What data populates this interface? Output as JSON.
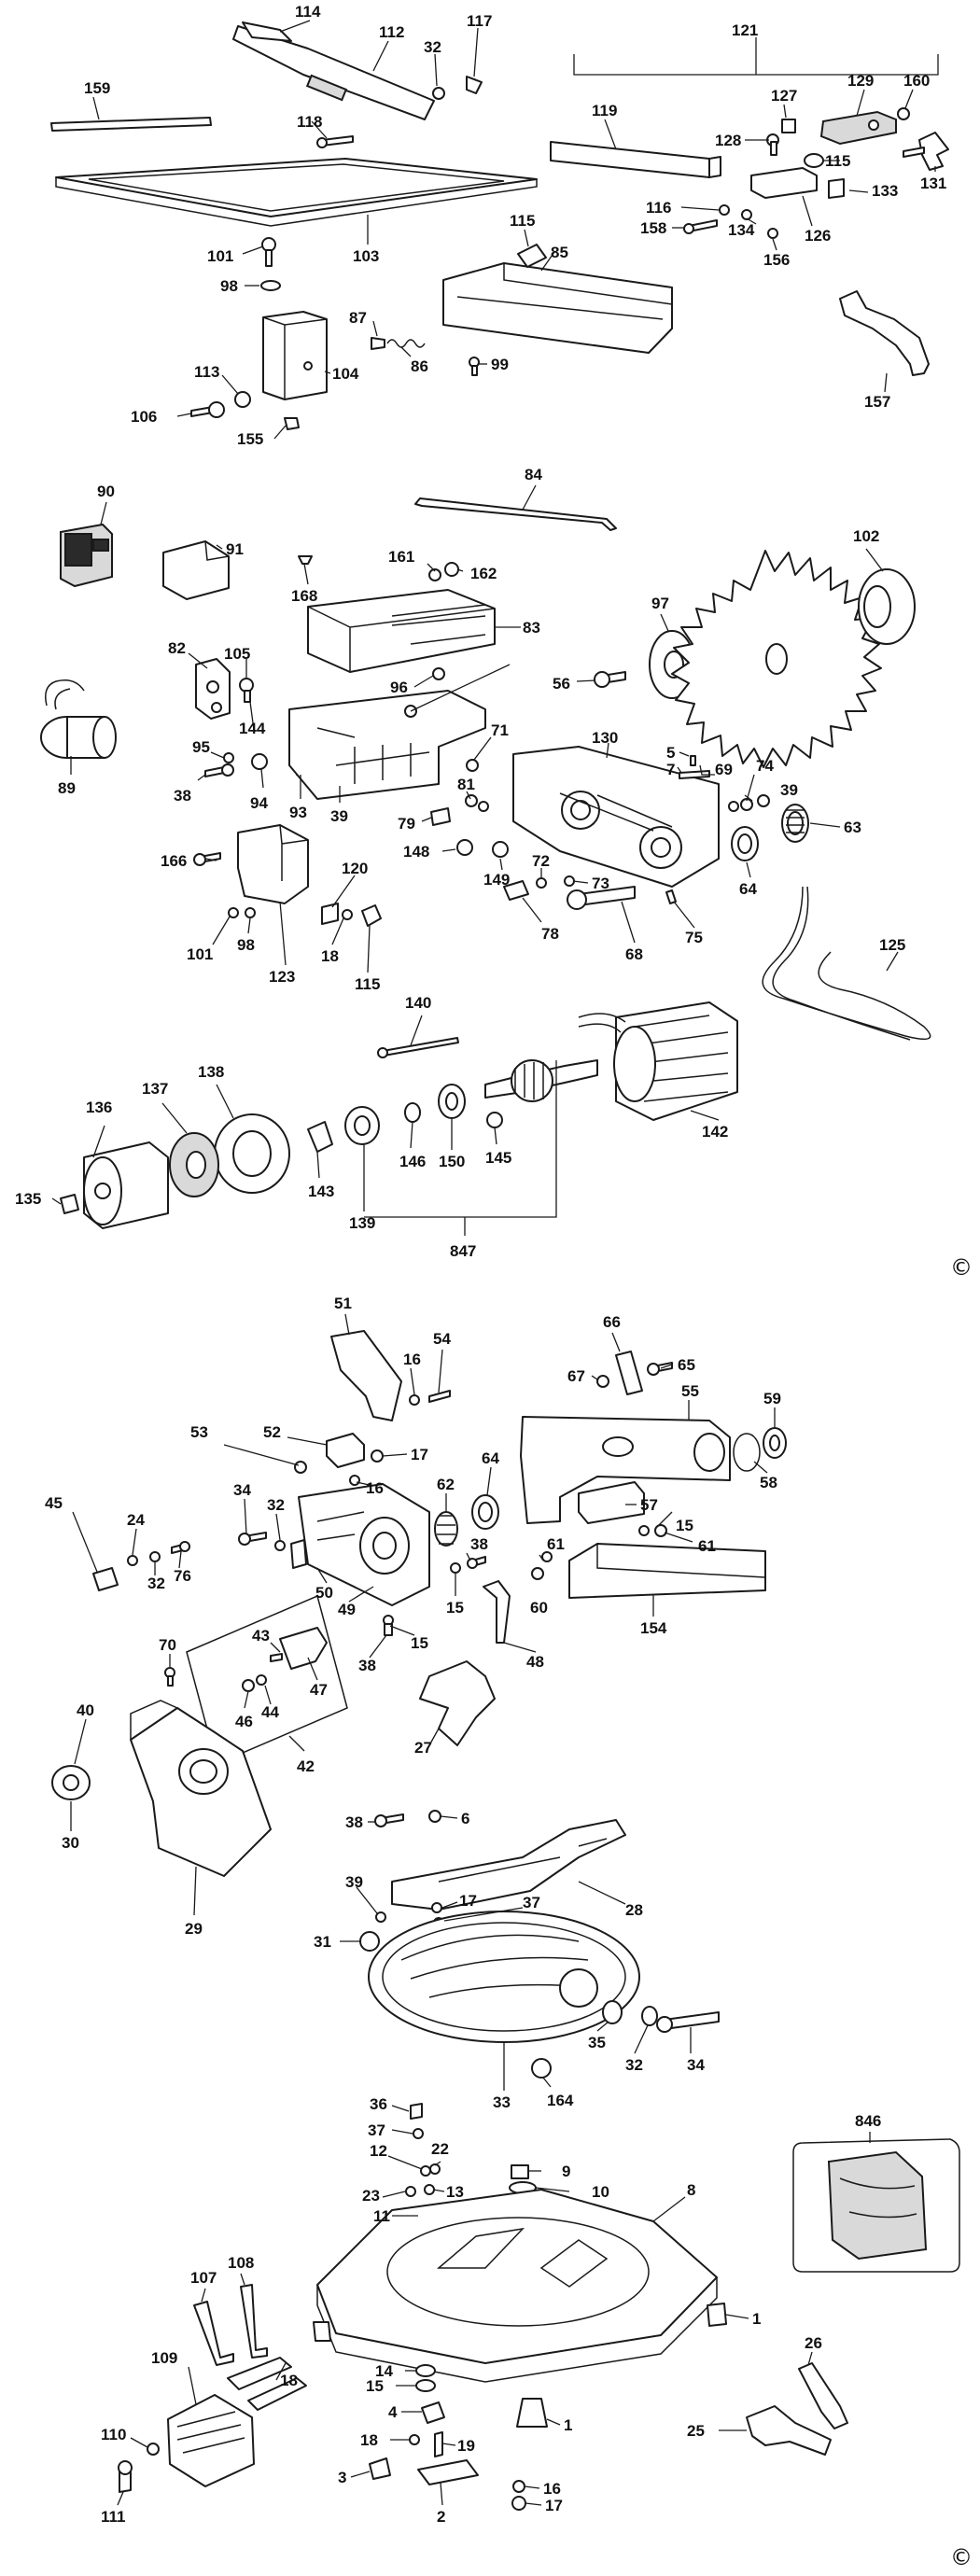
{
  "copyright_symbol": "©",
  "labels": {
    "l114": "114",
    "l112": "112",
    "l32a": "32",
    "l117": "117",
    "l121": "121",
    "l159": "159",
    "l118": "118",
    "l119": "119",
    "l127": "127",
    "l129": "129",
    "l160": "160",
    "l128": "128",
    "l115a": "115",
    "l131": "131",
    "l133": "133",
    "l116": "116",
    "l158": "158",
    "l134": "134",
    "l126": "126",
    "l156": "156",
    "l103": "103",
    "l115b": "115",
    "l85": "85",
    "l101a": "101",
    "l98a": "98",
    "l87": "87",
    "l86": "86",
    "l99": "99",
    "l104": "104",
    "l113": "113",
    "l106": "106",
    "l155": "155",
    "l157": "157",
    "l84": "84",
    "l90": "90",
    "l91": "91",
    "l102": "102",
    "l161": "161",
    "l162": "162",
    "l168": "168",
    "l83": "83",
    "l97": "97",
    "l82": "82",
    "l105": "105",
    "l96": "96",
    "l56": "56",
    "l144": "144",
    "l89": "89",
    "l95": "95",
    "l38a": "38",
    "l94": "94",
    "l93": "93",
    "l39a": "39",
    "l71": "71",
    "l130": "130",
    "l5": "5",
    "l7": "7",
    "l69": "69",
    "l74": "74",
    "l39b": "39",
    "l63": "63",
    "l81": "81",
    "l79": "79",
    "l148": "148",
    "l149": "149",
    "l72": "72",
    "l73": "73",
    "l64a": "64",
    "l166": "166",
    "l120": "120",
    "l78": "78",
    "l68": "68",
    "l75": "75",
    "l125": "125",
    "l101b": "101",
    "l98b": "98",
    "l18a": "18",
    "l123": "123",
    "l115c": "115",
    "l140": "140",
    "l136": "136",
    "l137": "137",
    "l138": "138",
    "l142": "142",
    "l143": "143",
    "l146": "146",
    "l150": "150",
    "l145": "145",
    "l135": "135",
    "l139": "139",
    "l847": "847",
    "l51": "51",
    "l54": "54",
    "l16a": "16",
    "l66": "66",
    "l67": "67",
    "l65": "65",
    "l55": "55",
    "l59": "59",
    "l53": "53",
    "l52": "52",
    "l17a": "17",
    "l16b": "16",
    "l64b": "64",
    "l58": "58",
    "l45": "45",
    "l34a": "34",
    "l32b": "32",
    "l62": "62",
    "l57": "57",
    "l24": "24",
    "l76": "76",
    "l15a": "15",
    "l61a": "61",
    "l32c": "32",
    "l38b": "38",
    "l61b": "61",
    "l50": "50",
    "l49": "49",
    "l60": "60",
    "l15b": "15",
    "l154": "154",
    "l15c": "15",
    "l38c": "38",
    "l48": "48",
    "l70": "70",
    "l43": "43",
    "l47": "47",
    "l40": "40",
    "l46": "46",
    "l44": "44",
    "l27": "27",
    "l42": "42",
    "l30": "30",
    "l29": "29",
    "l38d": "38",
    "l6": "6",
    "l28": "28",
    "l39c": "39",
    "l17b": "17",
    "l37a": "37",
    "l31": "31",
    "l35": "35",
    "l32d": "32",
    "l34b": "34",
    "l33": "33",
    "l164": "164",
    "l36": "36",
    "l37b": "37",
    "l12": "12",
    "l22": "22",
    "l9": "9",
    "l10": "10",
    "l23": "23",
    "l13": "13",
    "l11": "11",
    "l8": "8",
    "l846": "846",
    "l107": "107",
    "l108": "108",
    "l1a": "1",
    "l109": "109",
    "l18b": "18",
    "l14": "14",
    "l15d": "15",
    "l4": "4",
    "l1b": "1",
    "l26": "26",
    "l110": "110",
    "l18c": "18",
    "l19": "19",
    "l25": "25",
    "l3": "3",
    "l16c": "16",
    "l111": "111",
    "l17c": "17",
    "l2": "2"
  }
}
